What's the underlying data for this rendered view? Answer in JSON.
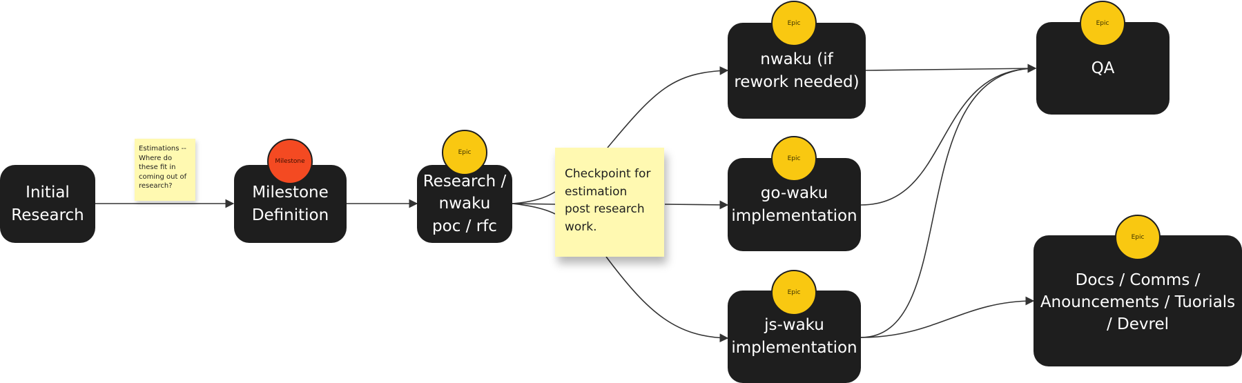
{
  "nodes": {
    "initial_research": "Initial Research",
    "milestone_definition": "Milestone Definition",
    "research_poc": "Research / nwaku poc / rfc",
    "nwaku": "nwaku (if rework needed)",
    "go_waku": "go-waku implementation",
    "js_waku": "js-waku implementation",
    "qa": "QA",
    "docs": "Docs / Comms / Anouncements / Tuorials / Devrel"
  },
  "badges": {
    "milestone": "Milestone",
    "epic": "Epic"
  },
  "stickies": {
    "estimations": "Estimations -- Where do these fit in coming out of research?",
    "checkpoint": "Checkpoint for estimation post research work."
  },
  "colors": {
    "node_fill": "#1e1e1e",
    "epic_badge": "#f9c811",
    "milestone_badge": "#f44a22",
    "sticky_fill": "#fff9b1",
    "edge": "#333333"
  }
}
